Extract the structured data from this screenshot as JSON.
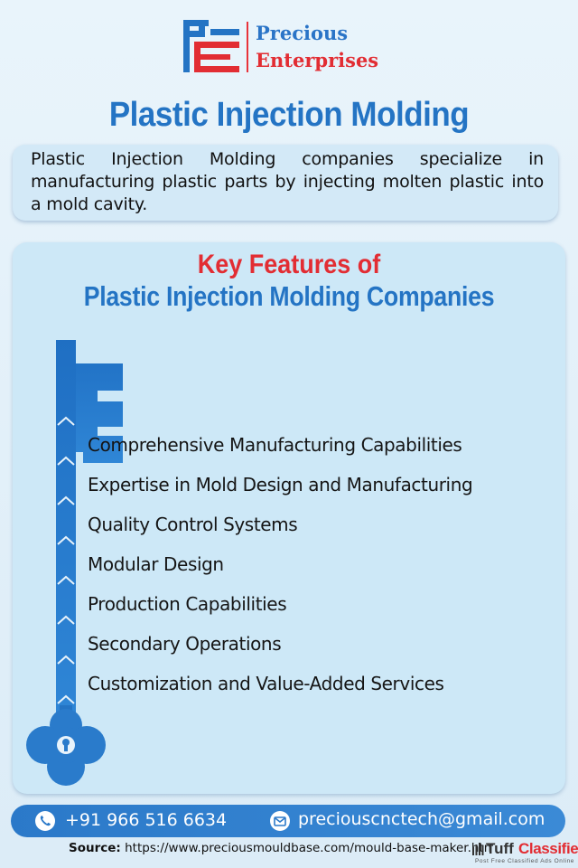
{
  "brand": {
    "name_line1": "Precious",
    "name_line2": "Enterprises",
    "logo_icon": "pe-monogram-icon",
    "colors": {
      "blue": "#2474c4",
      "red": "#e22d33"
    }
  },
  "header": {
    "title": "Plastic Injection Molding"
  },
  "intro": {
    "text": "Plastic Injection Molding companies specialize in manufacturing plastic parts by injecting molten plastic into a mold cavity."
  },
  "features": {
    "title_line1": "Key Features of",
    "title_line2": "Plastic Injection Molding Companies",
    "decoration_icon": "key-icon",
    "items": [
      "Comprehensive Manufacturing Capabilities",
      "Expertise in Mold Design and Manufacturing",
      "Quality Control Systems",
      "Modular Design",
      "Production Capabilities",
      "Secondary Operations",
      "Customization and Value-Added Services"
    ]
  },
  "contact": {
    "phone_icon": "phone-icon",
    "phone": "+91 966 516 6634",
    "email_icon": "mail-icon",
    "email": "preciouscnctech@gmail.com"
  },
  "source": {
    "label": "Source:",
    "url": "https://www.preciousmouldbase.com/mould-base-maker.html"
  },
  "watermark": {
    "part1": "Tuff",
    "part2": "Classified",
    "tagline": "Post Free Classified Ads Online"
  }
}
